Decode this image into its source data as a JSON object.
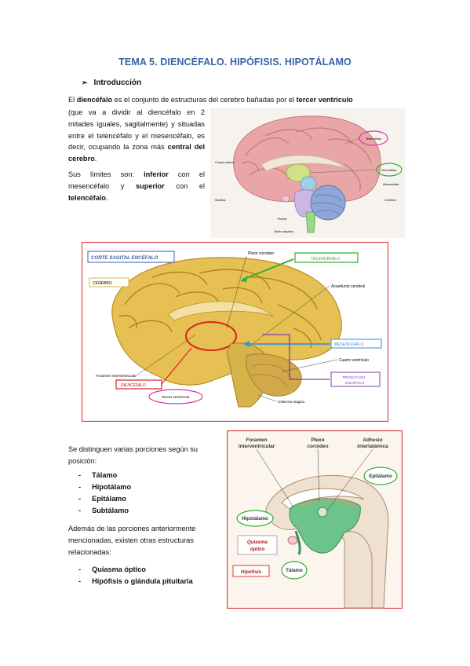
{
  "title": "TEMA 5. DIENCÉFALO. HIPÓFISIS. HIPOTÁLAMO",
  "intro": {
    "bullet": "➢",
    "label": "Introducción"
  },
  "para1": {
    "prefix": "El ",
    "term": "diencéfalo",
    "middle": " es el conjunto de estructuras del cerebro bañadas por el ",
    "term2": "tercer ventrículo"
  },
  "para1b": {
    "text": "(que va a dividir al diencéfalo en 2 mitades iguales, sagitalmente) y situadas entre el telencéfalo y el mesencéfalo, es decir, ocupando la zona más ",
    "term": "central del cerebro",
    "end": "."
  },
  "para2": {
    "prefix": "Sus límites son: ",
    "t1": "inferior",
    "m1": " con el mesencéfalo y ",
    "t2": "superior",
    "m2": " con el ",
    "t3": "telencéfalo",
    "end": "."
  },
  "figure1": {
    "labels": {
      "telencefalo": "Telencéfalo",
      "cuerpo_calloso": "Cuerpo calloso",
      "diencefalo": "Diencéfalo",
      "mesencefalo": "Mesencéfalo",
      "cerebelo": "Cerebelo",
      "hipofisis": "Hipófisis",
      "puente": "Puente",
      "bulbo": "Bulbo raquídeo"
    }
  },
  "figure2": {
    "labels": {
      "corte": "CORTE SAGITAL ENCÉFALO",
      "cerebro": "CEREBRO",
      "plexo": "Plexo coroideo",
      "telencefalo": "TELENCÉFALO",
      "acueducto": "Acueducto cerebral",
      "mesencefalo": "MESENCÉFALO",
      "cuarto": "Cuarto ventrículo",
      "tronco1": "TRONCO DEL",
      "tronco2": "ENCÉFALO",
      "foramen": "Foramen interventricular",
      "diencefalo": "DIENCÉFALO",
      "tercer": "Tercer ventrículo",
      "cisterna": "Cisterna magna"
    }
  },
  "para3": {
    "text": "Se distinguen varias porciones según su posición:"
  },
  "portions": [
    "Tálamo",
    "Hipotálamo",
    "Epitálamo",
    "Subtálamo"
  ],
  "bullet_dash": "-",
  "para4": {
    "text": "Además de las porciones anteriormente mencionadas, existen otras estructuras relacionadas:"
  },
  "related": [
    "Quiasma óptico",
    "Hipófisis o glándula pituitaria"
  ],
  "figure3": {
    "labels": {
      "foramen1": "Foramen",
      "foramen2": "interventricular",
      "plexo1": "Plexo",
      "plexo2": "coroideo",
      "adhesio1": "Adhesio",
      "adhesio2": "intertalámica",
      "epitalamo": "Epitálamo",
      "hipotalamo": "Hipotálamo",
      "quiasma1": "Quiasma",
      "quiasma2": "óptico",
      "talamo": "Tálamo",
      "hipofisis": "Hipófisis"
    }
  }
}
